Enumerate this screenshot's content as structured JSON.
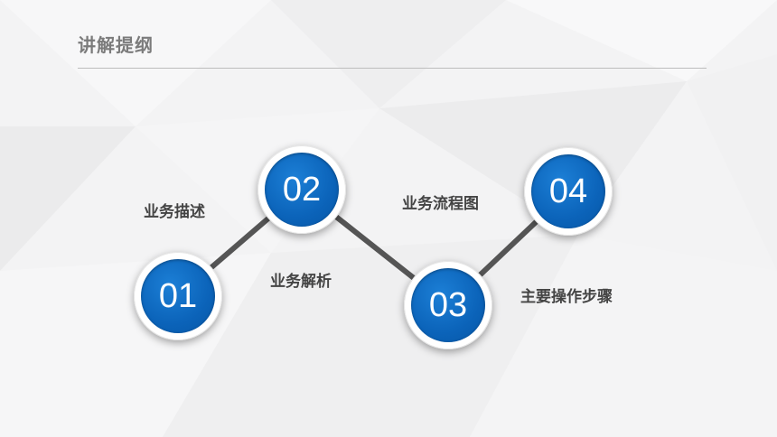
{
  "title": "讲解提纲",
  "steps": [
    {
      "number": "01",
      "label": "业务描述"
    },
    {
      "number": "02",
      "label": "业务解析"
    },
    {
      "number": "03",
      "label": "业务流程图"
    },
    {
      "number": "04",
      "label": "主要操作步骤"
    }
  ],
  "colors": {
    "accent_blue": "#0b63b9",
    "connector": "#555555",
    "title_gray": "#7b7b7b",
    "label_dark": "#444444"
  }
}
